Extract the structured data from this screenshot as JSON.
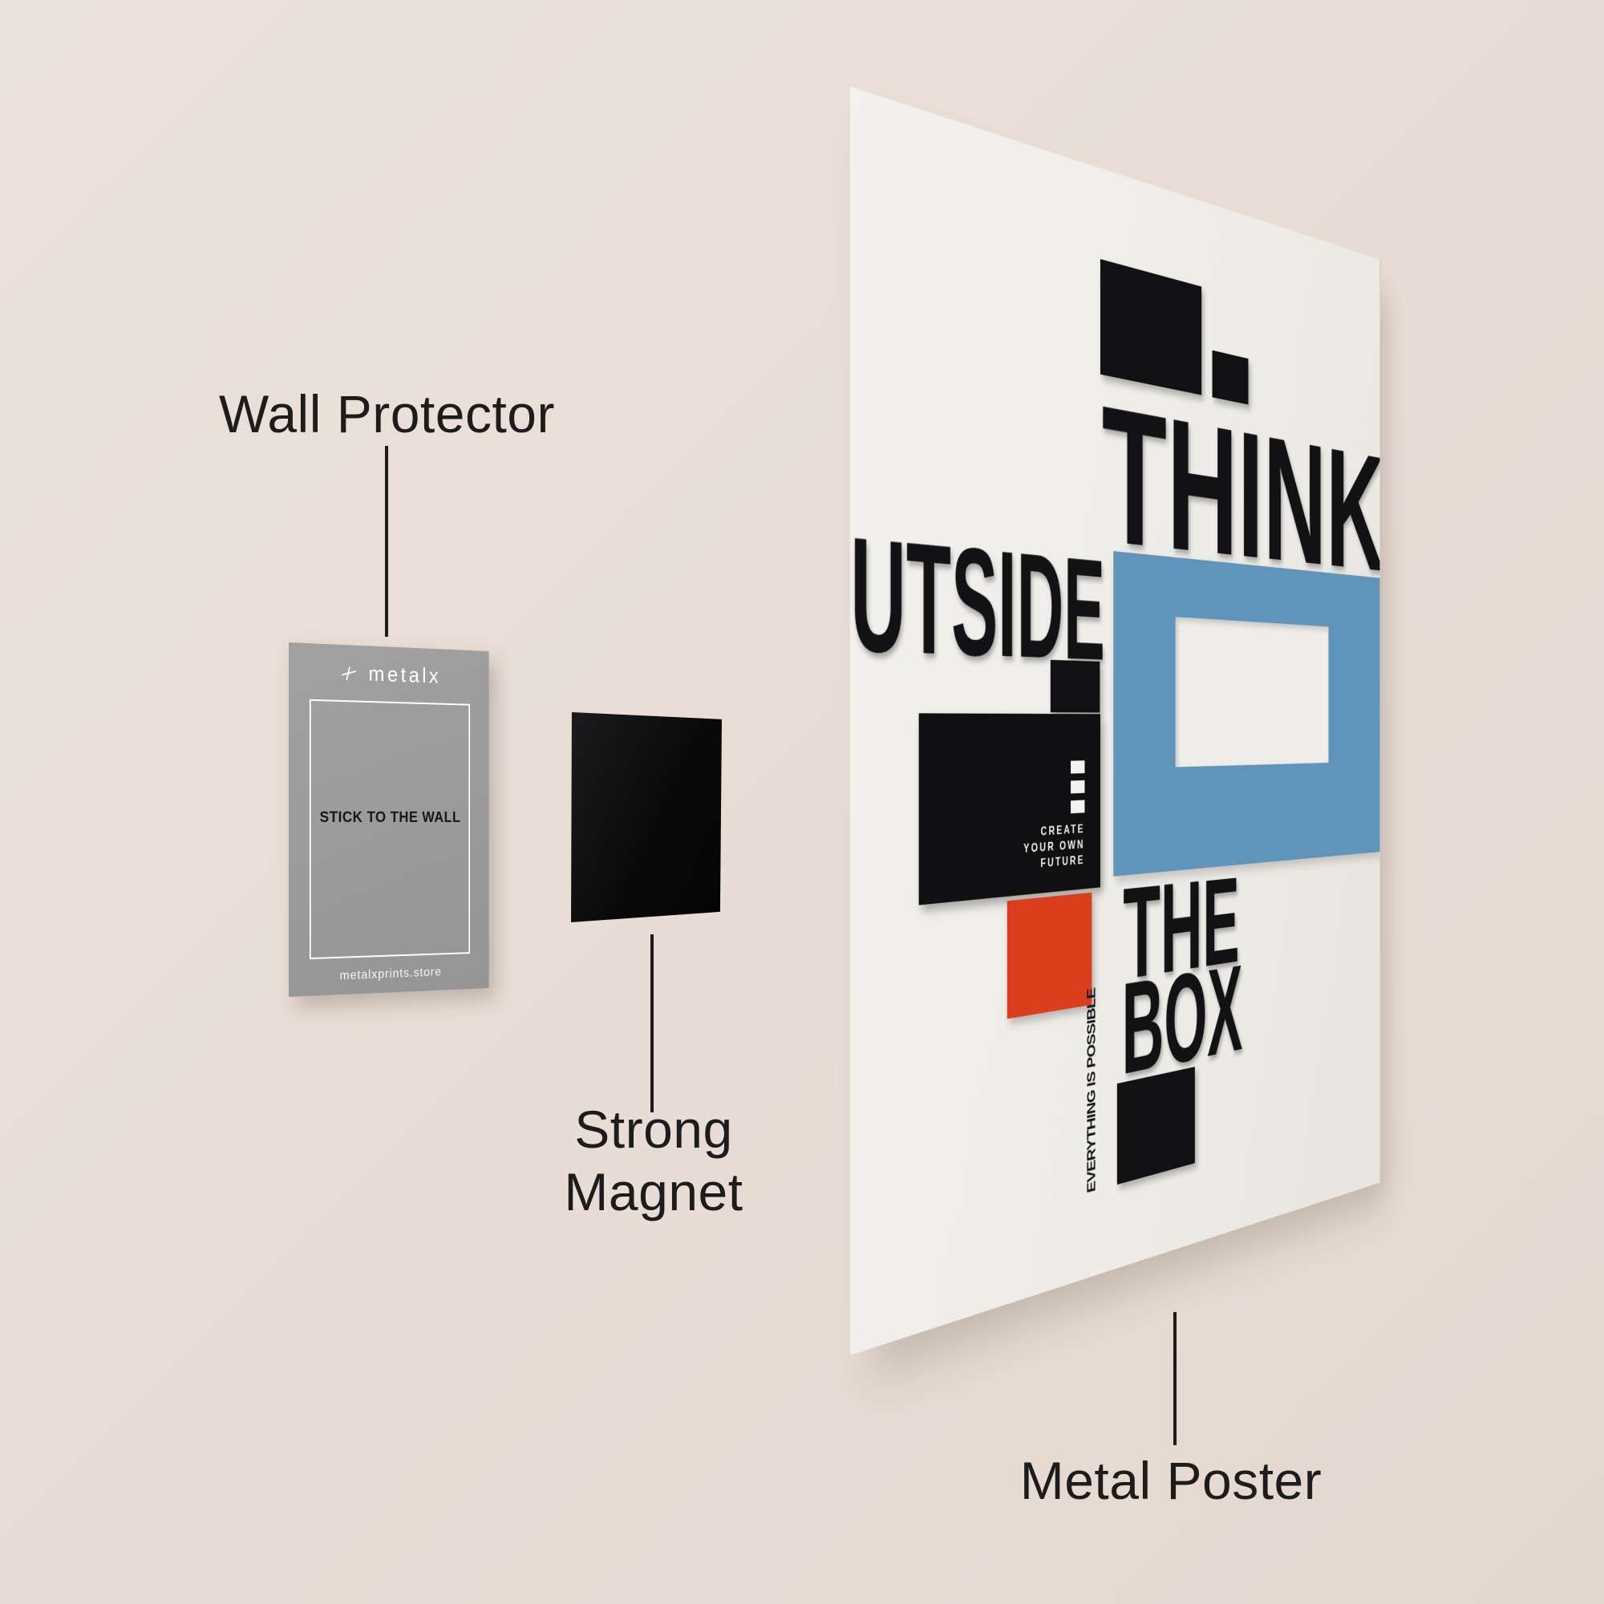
{
  "labels": {
    "wall_protector": "Wall Protector",
    "strong_line1": "Strong",
    "strong_line2": "Magnet",
    "metal_poster": "Metal Poster"
  },
  "card": {
    "brand": "metalx",
    "sticker_text": "STICK TO THE WALL",
    "website": "metalxprints.store"
  },
  "poster": {
    "think": "THINK",
    "utside": "UTSIDE",
    "the": "THE",
    "box": "BOX",
    "create_line1": "CREATE",
    "create_line2": "YOUR OWN",
    "create_line3": "FUTURE",
    "possible": "EVERYTHING IS POSSIBLE"
  },
  "colors": {
    "wall_background": "#e8dcd4",
    "poster_background": "#f0efeb",
    "accent_blue": "#6094ba",
    "accent_red": "#da3e1d",
    "card_gray": "#9a9a9a",
    "ink_black": "#121214"
  }
}
